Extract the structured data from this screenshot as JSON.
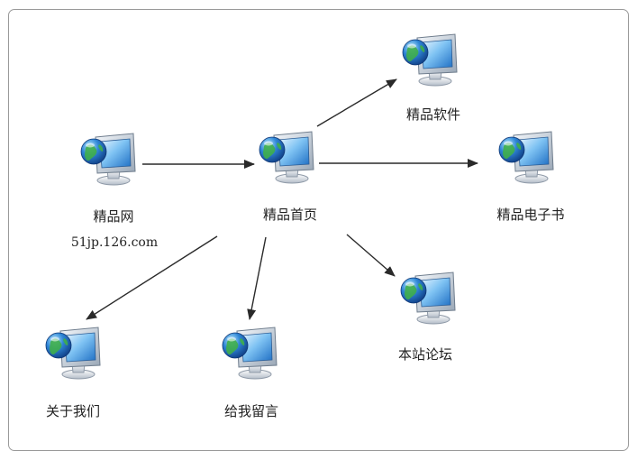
{
  "diagram": {
    "nodes": [
      {
        "id": "jingpin-wang",
        "label": "精品网",
        "sublabel": "51jp.126.com"
      },
      {
        "id": "jingpin-shouye",
        "label": "精品首页"
      },
      {
        "id": "jingpin-ruanjian",
        "label": "精品软件"
      },
      {
        "id": "jingpin-dianzishu",
        "label": "精品电子书"
      },
      {
        "id": "benzhan-luntan",
        "label": "本站论坛"
      },
      {
        "id": "guanyu-women",
        "label": "关于我们"
      },
      {
        "id": "gei-wo-liuyan",
        "label": "给我留言"
      }
    ],
    "edges": [
      {
        "from": "jingpin-wang",
        "to": "jingpin-shouye"
      },
      {
        "from": "jingpin-shouye",
        "to": "jingpin-ruanjian"
      },
      {
        "from": "jingpin-shouye",
        "to": "jingpin-dianzishu"
      },
      {
        "from": "jingpin-shouye",
        "to": "benzhan-luntan"
      },
      {
        "from": "jingpin-shouye",
        "to": "gei-wo-liuyan"
      },
      {
        "from": "jingpin-shouye",
        "to": "guanyu-women"
      }
    ],
    "icon": "computer-monitor-icon"
  }
}
